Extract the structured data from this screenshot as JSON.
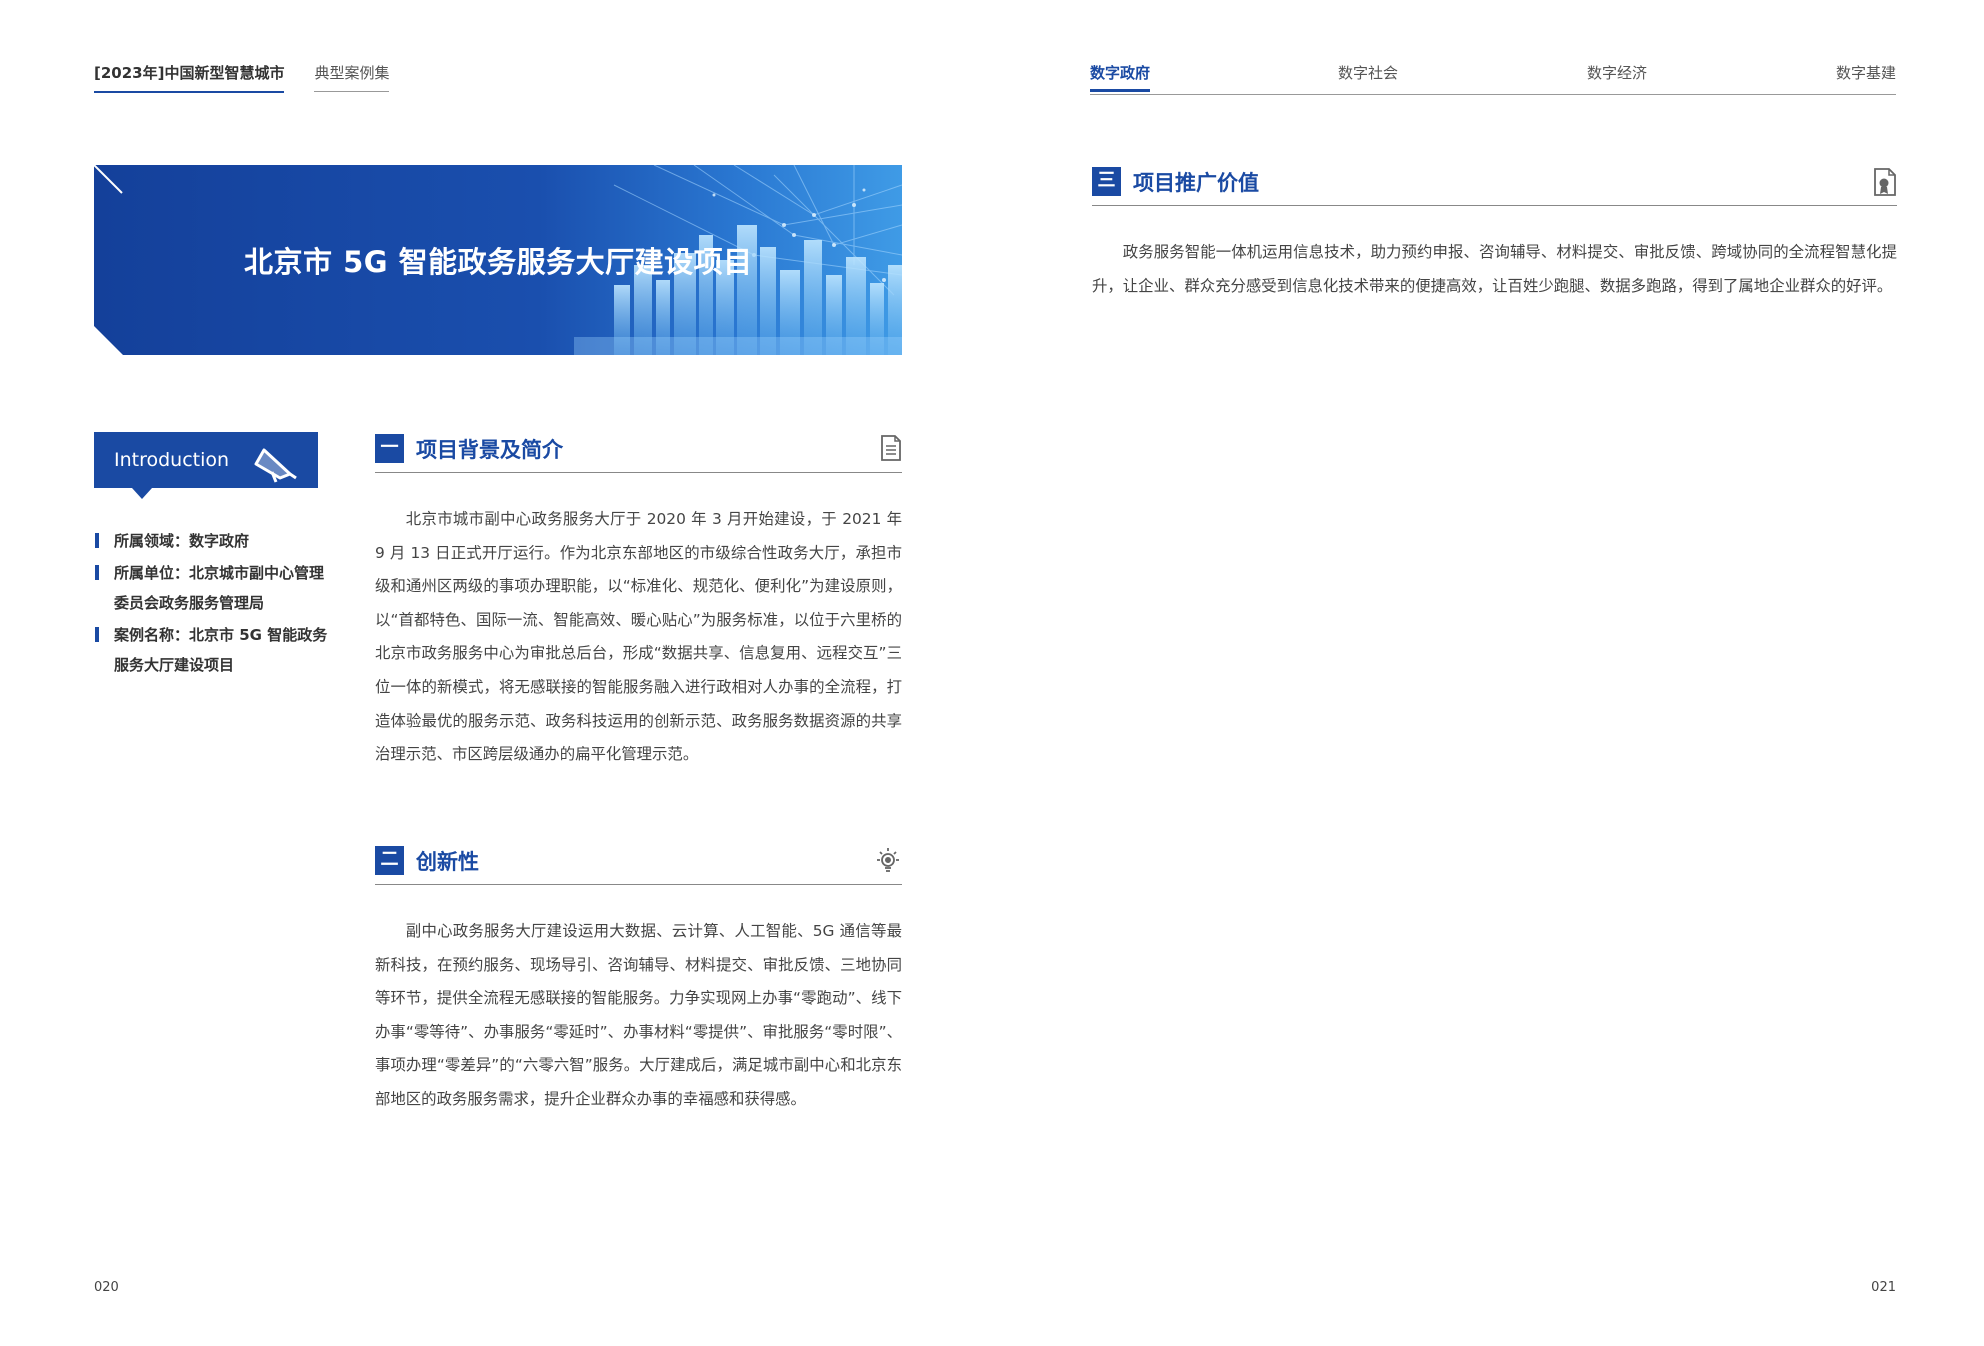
{
  "header": {
    "book_title": "[2023年]中国新型智慧城市",
    "book_subtitle": "典型案例集",
    "tabs": [
      {
        "label": "数字政府",
        "active": true
      },
      {
        "label": "数字社会",
        "active": false
      },
      {
        "label": "数字经济",
        "active": false
      },
      {
        "label": "数字基建",
        "active": false
      }
    ]
  },
  "banner": {
    "title": "北京市 5G 智能政务服务大厅建设项目"
  },
  "intro": {
    "label": "Introduction",
    "items": [
      "所属领域：数字政府",
      "所属单位：北京城市副中心管理委员会政务服务管理局",
      "案例名称：北京市 5G 智能政务服务大厅建设项目"
    ]
  },
  "sections": [
    {
      "number": "一",
      "title": "项目背景及简介",
      "icon": "document-icon",
      "body": "北京市城市副中心政务服务大厅于 2020 年 3 月开始建设，于 2021 年 9 月 13 日正式开厅运行。作为北京东部地区的市级综合性政务大厅，承担市级和通州区两级的事项办理职能，以“标准化、规范化、便利化”为建设原则，以“首都特色、国际一流、智能高效、暖心贴心”为服务标准，以位于六里桥的北京市政务服务中心为审批总后台，形成“数据共享、信息复用、远程交互”三位一体的新模式，将无感联接的智能服务融入进行政相对人办事的全流程，打造体验最优的服务示范、政务科技运用的创新示范、政务服务数据资源的共享治理示范、市区跨层级通办的扁平化管理示范。"
    },
    {
      "number": "二",
      "title": "创新性",
      "icon": "lightbulb-icon",
      "body": "副中心政务服务大厅建设运用大数据、云计算、人工智能、5G 通信等最新科技，在预约服务、现场导引、咨询辅导、材料提交、审批反馈、三地协同等环节，提供全流程无感联接的智能服务。力争实现网上办事“零跑动”、线下办事“零等待”、办事服务“零延时”、办事材料“零提供”、审批服务“零时限”、事项办理“零差异”的“六零六智”服务。大厅建成后，满足城市副中心和北京东部地区的政务服务需求，提升企业群众办事的幸福感和获得感。"
    },
    {
      "number": "三",
      "title": "项目推广价值",
      "icon": "certificate-icon",
      "body": "政务服务智能一体机运用信息技术，助力预约申报、咨询辅导、材料提交、审批反馈、跨域协同的全流程智慧化提升，让企业、群众充分感受到信息化技术带来的便捷高效，让百姓少跑腿、数据多跑路，得到了属地企业群众的好评。"
    }
  ],
  "footer": {
    "page_left": "020",
    "page_right": "021"
  },
  "colors": {
    "accent": "#1a4aa3",
    "text": "#444444"
  }
}
